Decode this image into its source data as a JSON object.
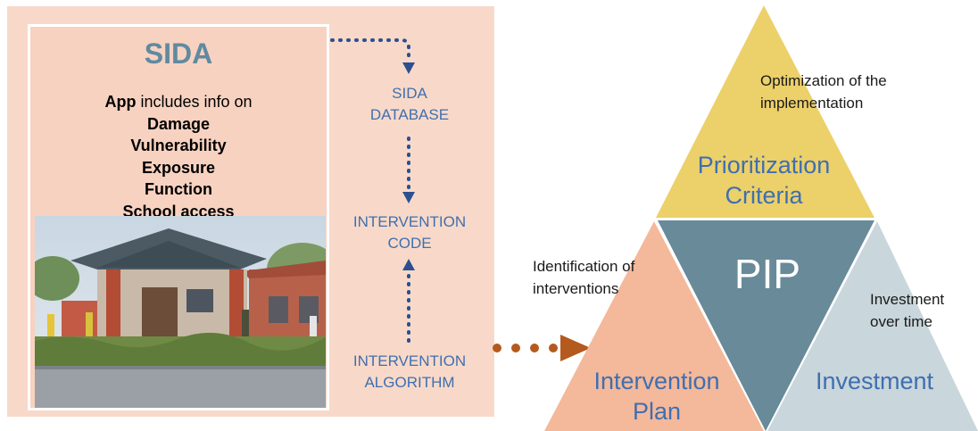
{
  "sida_card": {
    "title": "SIDA",
    "intro_bold": "App",
    "intro_rest": " includes info on",
    "items": [
      "Damage",
      "Vulnerability",
      "Exposure",
      "Function",
      "School access"
    ]
  },
  "flow": {
    "database": [
      "SIDA",
      "DATABASE"
    ],
    "code": [
      "INTERVENTION",
      "CODE"
    ],
    "algorithm": [
      "INTERVENTION",
      "ALGORITHM"
    ]
  },
  "pyramid": {
    "center": "PIP",
    "top": [
      "Prioritization",
      "Criteria"
    ],
    "left": [
      "Intervention",
      "Plan"
    ],
    "right": "Investment",
    "top_note": [
      "Optimization of the",
      "implementation"
    ],
    "left_note": [
      "Identification of",
      "interventions"
    ],
    "right_note": [
      "Investment",
      "over time"
    ]
  },
  "colors": {
    "panel": "#f8d9c9",
    "title": "#5f8aa1",
    "flow_text": "#3f6fb0",
    "dotted_arrow": "#2e4f8f",
    "orange_arrow": "#b45a1e",
    "top_triangle": "#ecd06a",
    "left_triangle": "#f4b89a",
    "center_triangle": "#688a99",
    "right_triangle": "#c9d6db"
  }
}
